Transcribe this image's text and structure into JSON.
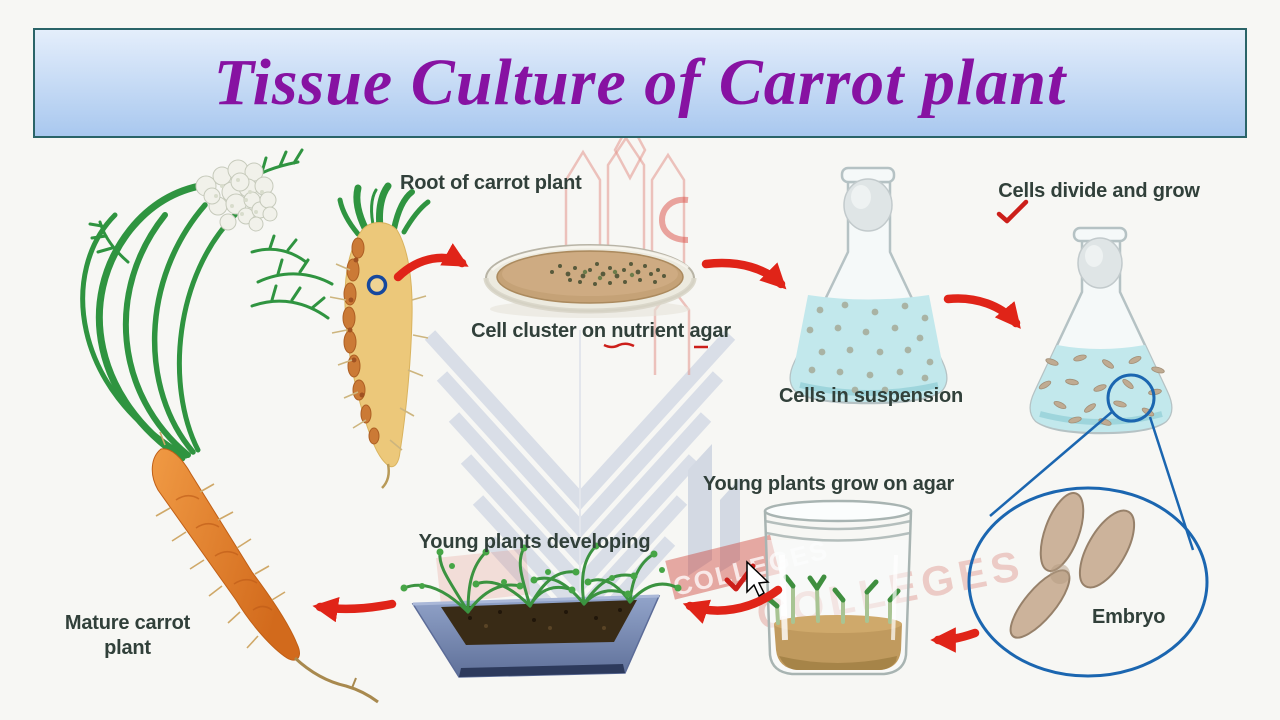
{
  "title": "Tissue Culture of Carrot plant",
  "labels": {
    "root_of_carrot_plant": "Root of carrot plant",
    "cell_cluster": "Cell cluster on nutrient agar",
    "cells_in_suspension": "Cells in suspension",
    "cells_divide": "Cells divide and grow",
    "young_plants_agar": "Young plants grow on agar",
    "young_plants_dev": "Young plants developing",
    "mature_carrot": "Mature carrot plant",
    "embryo": "Embryo"
  },
  "watermark": {
    "stamp": "COLLEGES"
  },
  "colors": {
    "background": "#f7f7f4",
    "title_text": "#8712a2",
    "title_bg_top": "#e4eefb",
    "title_bg_bottom": "#a9c8ef",
    "title_border": "#2a6468",
    "label_text": "#31403a",
    "arrow_red": "#e02418",
    "check_red": "#cc1f1a",
    "callout_blue": "#1b66b0",
    "flask_liquid": "#c2e8ec",
    "agar_tan": "#c5a277",
    "carrot_orange": "#e07a24"
  }
}
